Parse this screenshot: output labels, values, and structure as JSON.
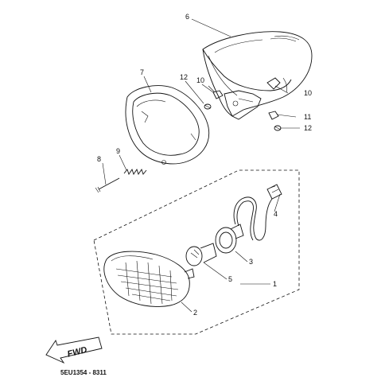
{
  "diagram": {
    "callouts": [
      "1",
      "2",
      "3",
      "4",
      "5",
      "6",
      "7",
      "8",
      "9",
      "10",
      "10",
      "11",
      "12",
      "12"
    ],
    "direction_label": "FWD",
    "drawing_code": "5EU1354 - 8311"
  }
}
